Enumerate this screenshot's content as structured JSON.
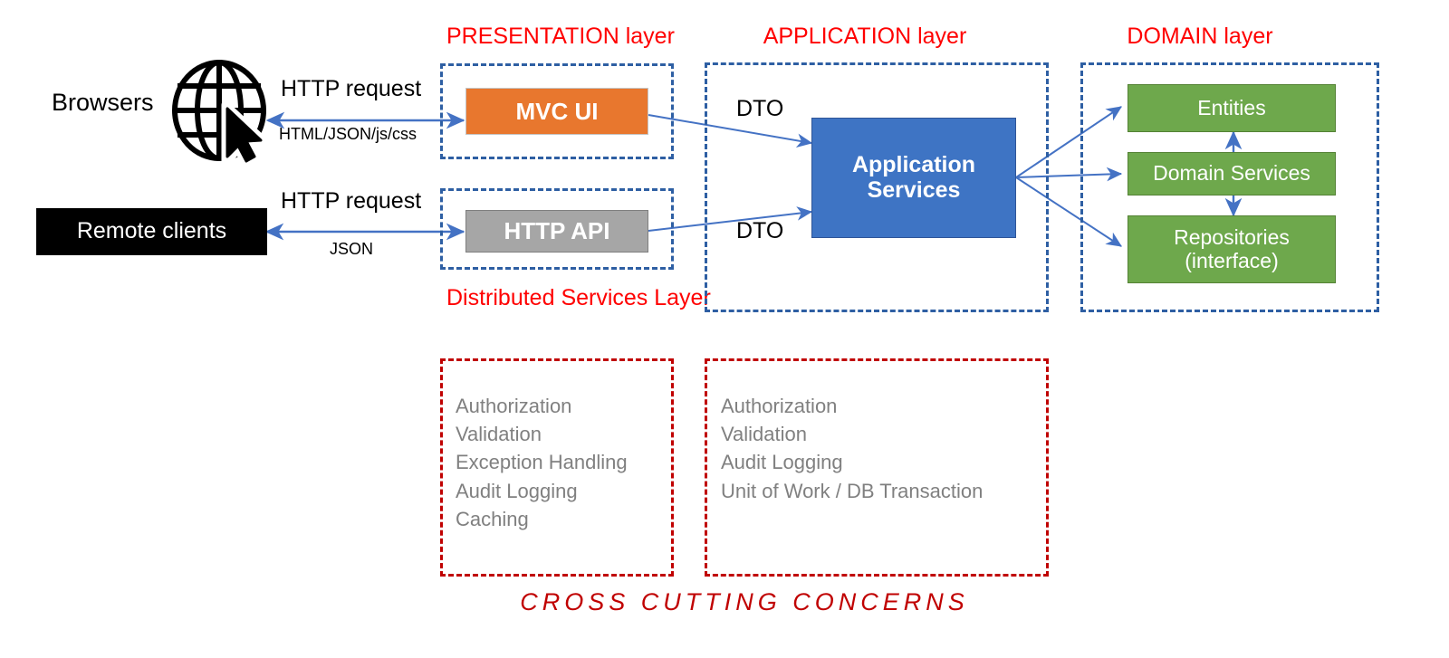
{
  "diagram": {
    "title_presentation": "PRESENTATION layer",
    "title_application": "APPLICATION layer",
    "title_domain": "DOMAIN layer",
    "title_distributed": "Distributed Services Layer",
    "cross_cutting_caption": "CROSS  CUTTING  CONCERNS"
  },
  "actors": {
    "browsers": "Browsers",
    "remote_clients": "Remote clients",
    "globe_icon": "globe-icon",
    "cursor_icon": "mouse-cursor-icon"
  },
  "edges": {
    "browser_request": "HTTP request",
    "browser_response": "HTML/JSON/js/css",
    "client_request": "HTTP request",
    "client_response": "JSON",
    "dto_top": "DTO",
    "dto_bottom": "DTO"
  },
  "presentation": {
    "mvc_ui": "MVC UI",
    "http_api": "HTTP API"
  },
  "application": {
    "app_services_line1": "Application",
    "app_services_line2": "Services"
  },
  "domain": {
    "entities": "Entities",
    "domain_services": "Domain Services",
    "repositories_line1": "Repositories",
    "repositories_line2": "(interface)"
  },
  "cross_cutting": {
    "distributed": [
      "Authorization",
      "Validation",
      "Exception Handling",
      "Audit Logging",
      "Caching"
    ],
    "application": [
      "Authorization",
      "Validation",
      "Audit Logging",
      "Unit of Work / DB Transaction"
    ]
  },
  "colors": {
    "mvc_orange": "#E8772E",
    "api_gray": "#A6A6A6",
    "app_blue": "#3E74C4",
    "domain_green": "#6EA84C",
    "layer_border_blue": "#2E5FA3",
    "cc_border_red": "#C00000",
    "title_red": "#FF0000",
    "arrow_blue": "#4472C4",
    "cc_text_gray": "#808080"
  }
}
